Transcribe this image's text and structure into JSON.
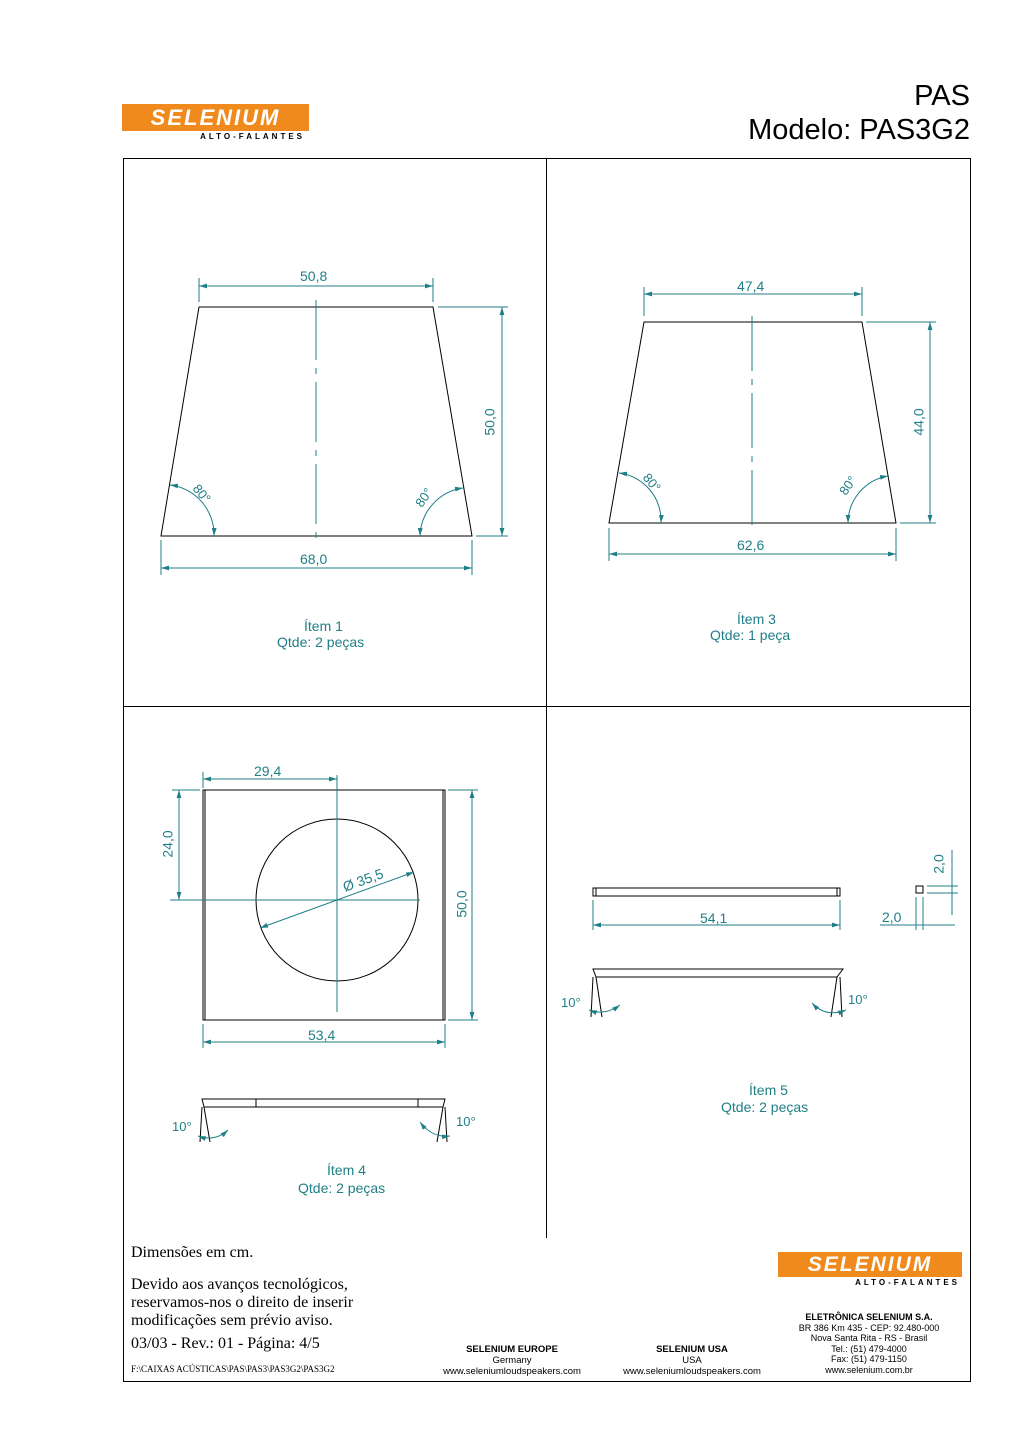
{
  "header": {
    "brand": "SELENIUM",
    "brand_sub": "ALTO-FALANTES",
    "title_line1": "PAS",
    "title_line2": "Modelo: PAS3G2"
  },
  "colors": {
    "accent": "#f08a1d",
    "dimension": "#1f7f86",
    "line": "#000000"
  },
  "items": {
    "item1": {
      "width_top": "50,8",
      "width_bottom": "68,0",
      "height": "50,0",
      "angle_left": "80°",
      "angle_right": "80°",
      "label": "Ítem 1",
      "qty": "Qtde: 2 peças"
    },
    "item3": {
      "width_top": "47,4",
      "width_bottom": "62,6",
      "height": "44,0",
      "angle_left": "80°",
      "angle_right": "80°",
      "label": "Ítem 3",
      "qty": "Qtde: 1 peça"
    },
    "item4": {
      "center_x": "29,4",
      "center_y": "24,0",
      "diameter": "Ø 35,5",
      "height": "50,0",
      "width": "53,4",
      "angle_left": "10°",
      "angle_right": "10°",
      "label": "Ítem 4",
      "qty": "Qtde: 2 peças"
    },
    "item5": {
      "length": "54,1",
      "section_h": "2,0",
      "section_w": "2,0",
      "angle_left": "10°",
      "angle_right": "10°",
      "label": "Ítem 5",
      "qty": "Qtde: 2 peças"
    }
  },
  "notes": {
    "units": "Dimensões em cm.",
    "line1": "Devido aos avanços tecnológicos,",
    "line2": "reservamos-nos o direito de inserir",
    "line3": "modificações sem prévio aviso.",
    "revision": "03/03 - Rev.: 01 - Página: 4/5",
    "file_path": "F:\\CAIXAS ACÚSTICAS\\PAS\\PAS3\\PAS3G2\\PAS3G2"
  },
  "footer": {
    "europe": {
      "name": "SELENIUM EUROPE",
      "country": "Germany",
      "url": "www.seleniumloudspeakers.com"
    },
    "usa": {
      "name": "SELENIUM USA",
      "country": "USA",
      "url": "www.seleniumloudspeakers.com"
    },
    "company": {
      "name": "ELETRÔNICA SELENIUM S.A.",
      "address1": "BR 386 Km 435 - CEP: 92.480-000",
      "address2": "Nova Santa Rita - RS - Brasil",
      "tel": "Tel.: (51) 479-4000",
      "fax": "Fax: (51) 479-1150",
      "url": "www.selenium.com.br"
    }
  }
}
